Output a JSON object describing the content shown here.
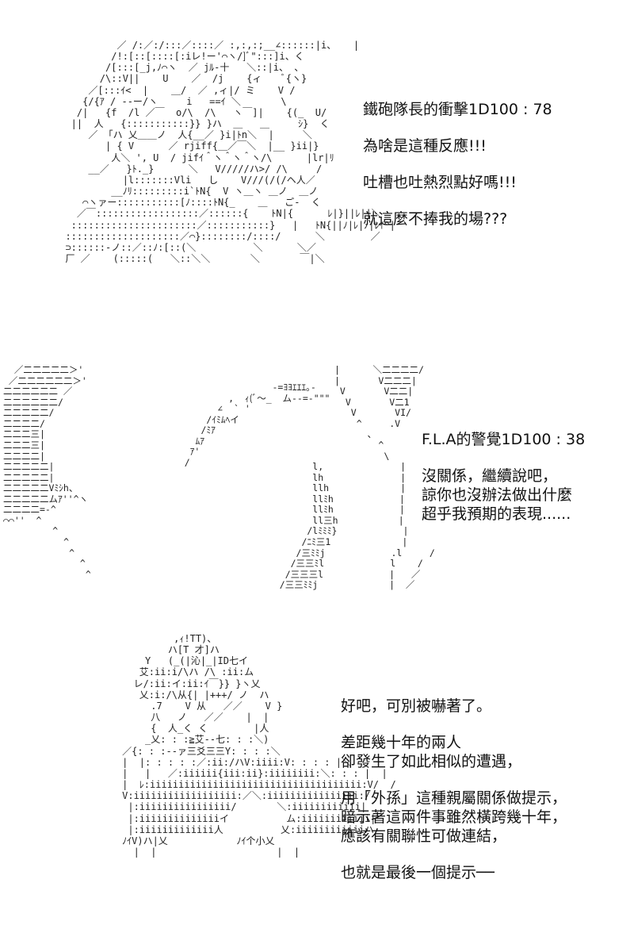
{
  "panel1": {
    "lines": [
      "鐵砲隊長的衝擊1D100 : 78",
      "",
      "為啥是這種反應!!!",
      "吐槽也吐熱烈點好嗎!!!",
      "就這麼不捧我的場???"
    ],
    "art": "           ／ /:／:/:::／::::／ :,:,:;__∠::::::|i、   |\n          /!:[::[::::[:iレ!ー'⌒ヽ/]ﾞ\":::]i、く\n         /[:::[_j,ﾉ⌒ヽ  ／ jﾙ‐十   ＼::|i、 、\n        /\\::V||    U    ／  /j    {ィ    ﾞ{ヽ}\n      ／[:::ｲ<  |    ＿/  ／ ,ィ|/ ミ    V /\n     {/{ｱ / ‐‐ー/ヽ     i   ==ｲ ＼       \\\n    /|   {f  /l ／￣  o/\\  /\\   ヽ￣]|    {(_  U/\n   ||  人   {:::::::::::}} }ハ  ＿   ＿     ｼ}  く\n      ／ 「ハ 乂＿＿ノ  人{__／ }i|ﾄn＼  |     ＼\n         | { V      ／ rjiff{＿／￣＼  |__ }ii|}\n          人＼ ', U  / jifｲ＾ヽ＾ヽ＾ヽ/\\      |lr|ﾘ\n      __／   }ﾄ._}      ＼   V/////ハ>/ /\\     /\n            |l:::::::Vli   し    V///(/(/ヘ人／\n          __ﾉﾘ:::::::::i`ﾄN{  V ヽ＿ヽ ＿ノ  ＿ノ\n     ⌒ヽァー:::::::::::[ﾉ::::ﾄN{_    ＿   ご‐  く\n    ／￣::::::::::::::::::／::::::{    ﾄN|{      ﾚ|}||ﾚ||＼\n   ::::::::::::::::::::::／:::::::::::}   |   ﾄN{||ﾉ|ﾚ|ﾉ|ﾚｲ^|\n  ::::::::::::::::::::／⌒}::::::::/::::/      ＼        ／\n  ⊃::::::-ノ::／::ﾉ:[::(＼          ＼      ＼／\n  厂 ／    (:::::(   ＼::＼＼       ＼       ￣|＼"
  },
  "panel2": {
    "lines": [
      "F.L.A的警覺1D100 : 38",
      "",
      "沒關係，繼續說吧，",
      "諒你也沒辦法做出什麼",
      "超乎我預期的表現......"
    ],
    "art_left": "  ／二二二二二＞'\n ／二二二二二二＞'\n二二二二二二 ／\n二二二二二二/\n二二二二二/\n二二二二/\n二二二三|\n二二二三|\n二二二二|\n二二二二二|\n二二二二二|\n二二二二二Vﾐｼh、\n二二二二二ムｱ''^ヽ\n二二二二=-^\n⌒⌒''  ^\n         ^\n           ^\n            ^\n              ^\n               ^",
    "art_center": "                    -=ﾖﾖｴｴｴ｡-\n            ,  ｨ(ﾞ〜_  ム--=-\"\"\"\n          ∠  ` '\n        /ｲﾐﾑﾍイ\n       /ﾐｱ\n      ﾑｱ\n     ｱ'\n    /",
    "art_right": "             |      ＼二二二二/\n             |       V二二二|\n              V       V二二|\n               V       V二1\n                V       VI/\n                 ^     .V\n                   、\n                     ^\n                      \\\n         l,              |\n         lh              |\n         llh             |\n         llﾐh            |\n         llﾐh            |\n         ll三h           |\n        /lﾐﾐﾐ}            |\n       /ﾆﾐ三1             |\n      /三ﾐﾐj            .l     /\n     /三三ﾐl            l    /\n    /三三三l            |   ／\n   /三三ﾐﾐj             |  ／"
  },
  "panel3": {
    "lines": [
      "好吧，可別被嚇著了。",
      "",
      "差距幾十年的兩人",
      "卻發生了如此相似的遭遇，",
      "",
      "用「外孫」這種親屬關係做提示，",
      "暗示著這兩件事雖然橫跨幾十年，",
      "應該有關聯性可做連結，",
      "",
      "也就是最後一個提示──"
    ],
    "art": "              ,ｨ!TT)、\n             ハ[T 才]ハ\n         Y   (_(|沁|_|ID七イ\n        艾:ii:i/\\ハ /\\ :ii:ム\n       レ/:ii:イ:ii:ｲ￣}} }ヽ乂\n        乂:i:/\\从{| |+++/ ノ  ハ\n          .7    V 从   ／／    V }\n          八   ノ   ／／    |  |\n          {  人_く く        |人\n         _乂: : :≧艾‐‐七: : :＼)\n     ／{: : :‐‐ァ三爻三三Y: : : :＼\n     |  |: : : : :／:ii:/ハV:iiii:V: : : : |＼\n     |   |   ／:iiiiii{iii:ii}:iiiiiiii:＼: : : |  |\n     |  ﾚ:iiiiiiiiiiiiiiiiiiiiiiiiiiiiiiiiiiiii:V/  /\n     V:iiiiiiiiiiiiiiiiii:／＼:iiiiiiiiiiiiiiii:/\n      |:iiiiiiiiiiiiiiii/       ＼:iiiiiiiiiiii|\n      |:iiiiiiiiiiiiiiイ          ム:iiiiiiiiiiii|\n      |:iiiiiiiiiiiii人          乂:iiiiiiiiiiiiハ\n     ﾉｲV)ハ|乂            ﾉｲ个小乂\n       |  |                     |  |"
  }
}
